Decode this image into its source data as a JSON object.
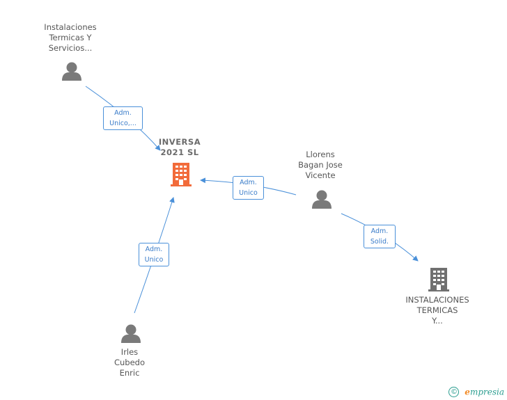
{
  "nodes": {
    "main_company": {
      "label": "INVERSA\n2021  SL",
      "icon": "building-icon",
      "color": "#f26b3a"
    },
    "person_top_left": {
      "label": "Instalaciones\nTermicas Y\nServicios...",
      "icon": "person-icon"
    },
    "person_right": {
      "label": "Llorens\nBagan Jose\nVicente",
      "icon": "person-icon"
    },
    "person_bottom": {
      "label": "Irles\nCubedo\nEnric",
      "icon": "person-icon"
    },
    "company_right": {
      "label": "INSTALACIONES\nTERMICAS\nY...",
      "icon": "building-icon",
      "color": "#707070"
    }
  },
  "edges": {
    "top_left_to_main": {
      "label": "Adm.\nUnico,..."
    },
    "right_to_main": {
      "label": "Adm.\nUnico"
    },
    "bottom_to_main": {
      "label": "Adm.\nUnico"
    },
    "right_to_company": {
      "label": "Adm.\nSolid."
    }
  },
  "colors": {
    "edge": "#4a90d9",
    "person": "#7a7a7a"
  },
  "footer": {
    "copyright_symbol": "©",
    "brand_first_letter": "e",
    "brand_rest": "mpresia"
  }
}
